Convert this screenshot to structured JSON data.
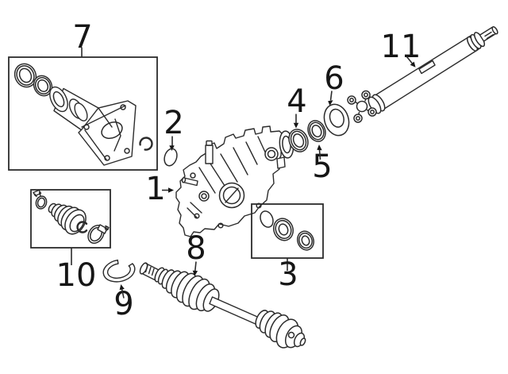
{
  "diagram": {
    "background_color": "#ffffff",
    "line_color": "#2b2b2b",
    "label_color": "#161616",
    "callouts": [
      {
        "number": "1"
      },
      {
        "number": "2"
      },
      {
        "number": "3"
      },
      {
        "number": "4"
      },
      {
        "number": "5"
      },
      {
        "number": "6"
      },
      {
        "number": "7"
      },
      {
        "number": "8"
      },
      {
        "number": "9"
      },
      {
        "number": "10"
      },
      {
        "number": "11"
      }
    ]
  }
}
